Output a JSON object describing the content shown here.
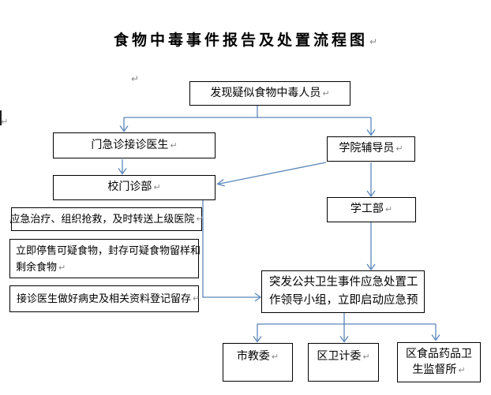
{
  "title": {
    "text": "食物中毒事件报告及处置流程图"
  },
  "marks": {
    "pilcrow": "↵"
  },
  "colors": {
    "connector_blue": "#5b87bb",
    "box_border": "#000000",
    "formatting_mark_gray": "#8a8a8a",
    "background": "#ffffff"
  },
  "boxes": {
    "discover": {
      "label": "发现疑似食物中毒人员"
    },
    "er_doctor": {
      "label": "门急诊接诊医生"
    },
    "clinic": {
      "label": "校门诊部"
    },
    "treat": {
      "label": "应急治疗、组织抢救，及时转送上级医院"
    },
    "stop_sale": {
      "lines": [
        "立即停售可疑食物，封存可疑食物留样和",
        "剩余食物"
      ]
    },
    "record": {
      "label": "接诊医生做好病史及相关资料登记留存"
    },
    "counselor": {
      "label": "学院辅导员"
    },
    "student_affairs": {
      "label": "学工部"
    },
    "lead_group": {
      "lines": [
        "突发公共卫生事件应急处置工",
        "作领导小组，立即启动应急预"
      ]
    },
    "edu_committee": {
      "label": "市教委"
    },
    "health_committee": {
      "label": "区卫计委"
    },
    "fda": {
      "lines": [
        "区食品药品卫",
        "生监督所"
      ]
    }
  }
}
